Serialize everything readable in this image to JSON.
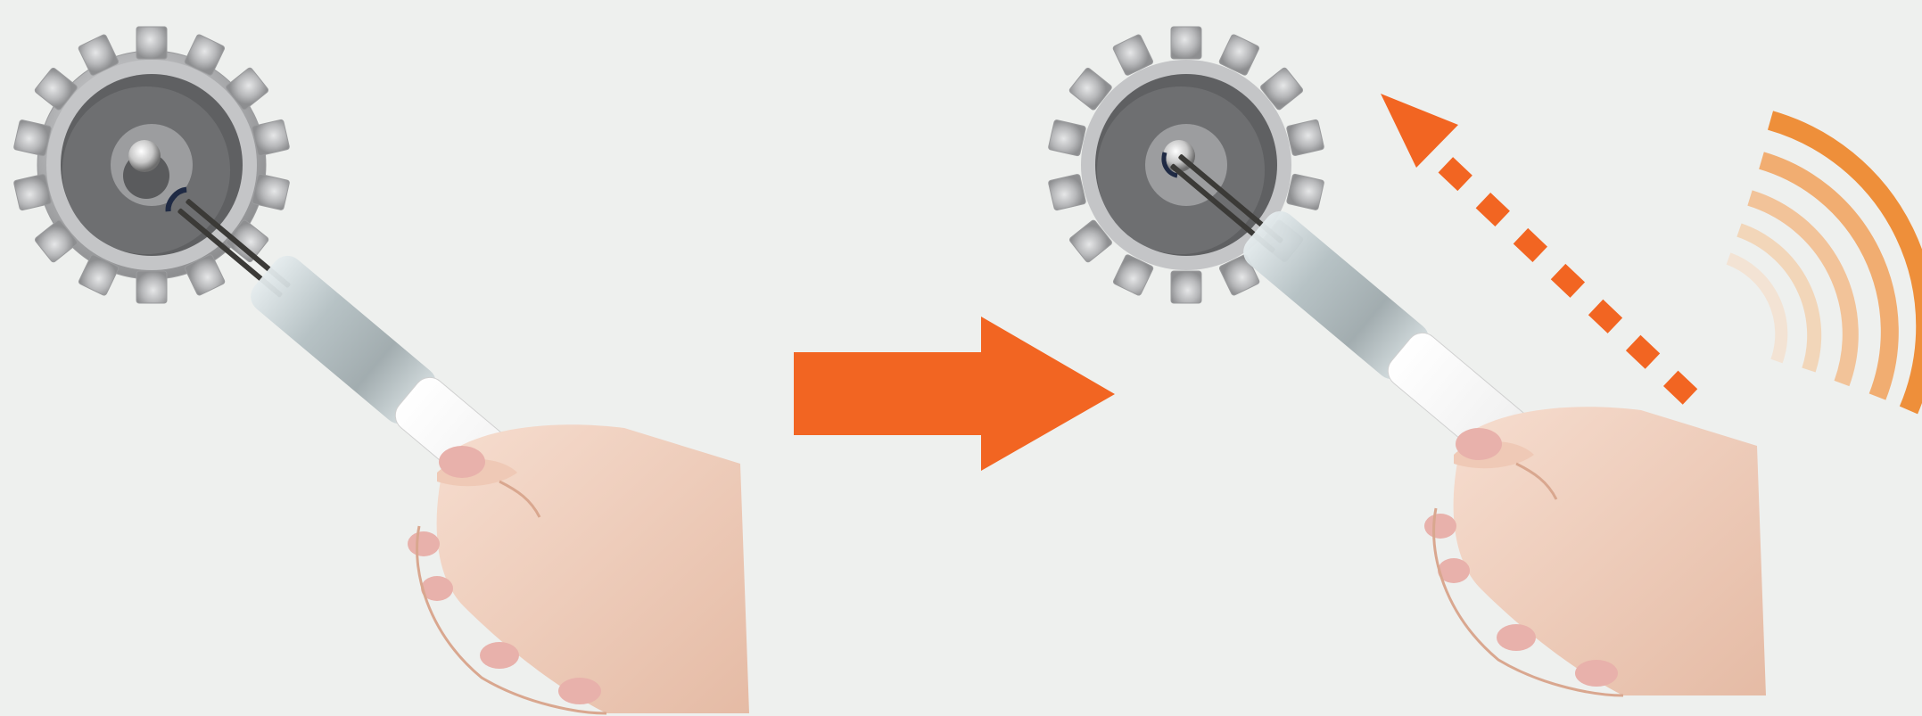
{
  "figure": {
    "panels": [
      {
        "id": "before",
        "description_icon": "gear-with-pickup-tool-approaching"
      },
      {
        "id": "after",
        "description_icon": "gear-with-pickup-tool-gripping-ball"
      }
    ],
    "transition_icon": "right-arrow-icon",
    "motion_icon": "dashed-retract-arrow-icon",
    "signal_icon": "wireless-signal-icon",
    "colors": {
      "background": "#eef0ee",
      "accent": "#f26522",
      "gear_light": "#c9cacb",
      "gear_dark": "#6a6b6d",
      "tube": "#b9c2c5",
      "handle": "#ffffff",
      "skin": "#f1d2c0",
      "nail": "#e3a7a2"
    }
  }
}
